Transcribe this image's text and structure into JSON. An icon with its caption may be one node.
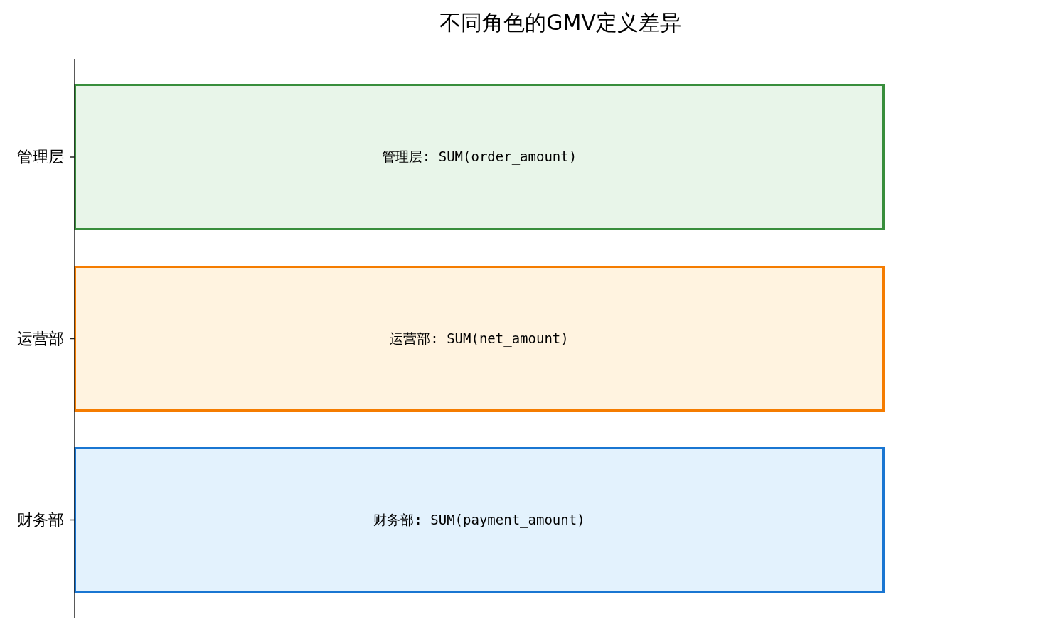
{
  "diagram": {
    "title": "不同角色的GMV定义差异",
    "nodes": [
      {
        "text": [
          "管理层: SUM(order_amount)"
        ],
        "beside": [
          "管理层"
        ]
      },
      {
        "text": [
          "运营部: SUM(net_amount)"
        ],
        "beside": [
          "运营部"
        ]
      },
      {
        "text": [
          "财务部: SUM(payment_amount)"
        ],
        "beside": [
          "财务部"
        ]
      }
    ]
  }
}
